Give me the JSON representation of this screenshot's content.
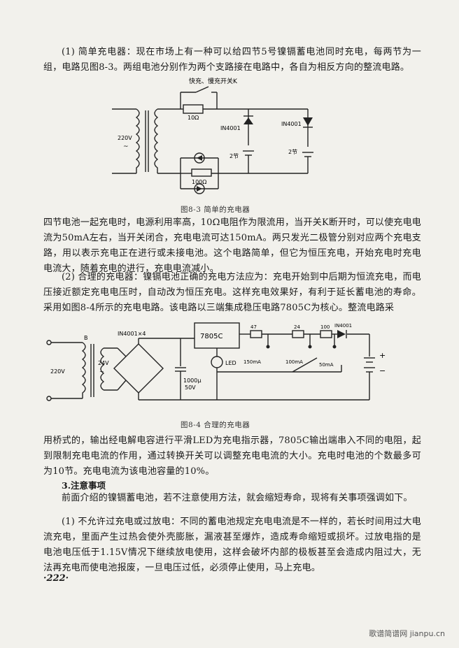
{
  "paragraphs": {
    "p1": "(1) 简单充电器：现在市场上有一种可以给四节5号镍镉蓄电池同时充电，每两节为一组，电路见图8-3。两组电池分别作为两个支路接在电路中，各自为相反方向的整流电路。",
    "p2": "四节电池一起充电时，电源利用率高，10Ω电阻作为限流用，当开关K断开时，可以使充电电流为50mA左右，当开关闭合，充电电流可达150mA。两只发光二极管分别对应两个充电支路，用以表示充电正在进行或未接电池。这个电路简单，但它为恒压充电，开始充电时充电电流大，随着充电的进行，充电电流减小。",
    "p3": "(2) 合理的充电器：镍镉电池正确的充电方法应为：充电开始到中后期为恒流充电，而电压接近额定充电电压时，自动改为恒压充电。这样充电效果好，有利于延长蓄电池的寿命。采用如图8-4所示的充电电路。该电路以三端集成稳压电路7805C为核心。整流电路采",
    "p4": "用桥式的，输出经电解电容进行平滑LED为充电指示器，7805C输出端串入不同的电阻，起到限制充电电流的作用，通过转换开关可以调整充电电流的大小。充电时电池的个数最多可为10节。充电电流为该电池容量的10%。",
    "p5": "前面介绍的镍镉蓄电池，若不注意使用方法，就会缩短寿命，现将有关事项强调如下。",
    "p6": "(1) 不允许过充电或过放电：不同的蓄电池规定充电电流是不一样的，若长时间用过大电流充电，里面产生过热会使外壳膨胀，漏液甚至爆炸，造成寿命缩短或损坏。过放电指的是电池电压低于1.15V情况下继续放电使用，这样会破坏内部的极板甚至会造成内阻过大，无法再充电而使电池报废，一旦电压过低，必须停止使用，马上充电。"
  },
  "heading": "3.注意事项",
  "figure1": {
    "caption": "图8-3  简单的充电器",
    "labels": {
      "switch": "快充、慢充开关K",
      "r10": "10Ω",
      "r100": "100Ω",
      "diode_left": "IN4001",
      "diode_right": "IN4001",
      "bat_left": "2节",
      "bat_right": "2节",
      "voltage": "220V",
      "tilde": "~"
    }
  },
  "figure2": {
    "caption": "图8-4  合理的充电器",
    "labels": {
      "bridge": "IN4001×4",
      "reg": "7805C",
      "b": "B",
      "v220": "220V",
      "v24": "24V",
      "tilde": "~",
      "cap1": "1000μ",
      "cap2": "50V",
      "led": "LED",
      "r47": "47",
      "r24": "24",
      "r100": "100",
      "diode": "IN4001",
      "i150": "150mA",
      "i100": "100mA",
      "i50": "50mA",
      "plus": "+",
      "minus": "−"
    }
  },
  "page_number": "·222·",
  "watermark": "歌谱简谱网 jianpu.cn"
}
